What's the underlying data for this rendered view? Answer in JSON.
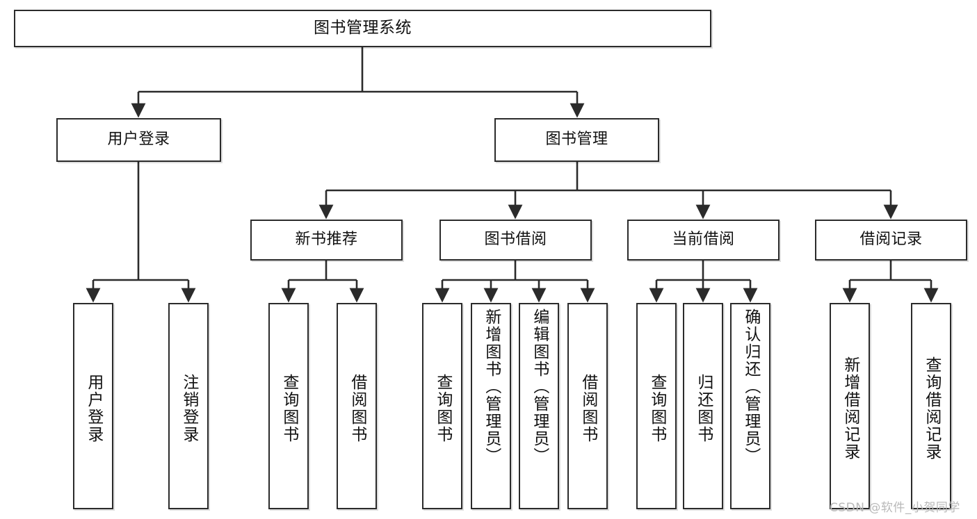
{
  "diagram": {
    "title": "图书管理系统",
    "watermark": "CSDN @软件_小贺同学",
    "nodes": {
      "root": {
        "label": "图书管理系统"
      },
      "level2": [
        {
          "id": "user-login",
          "label": "用户登录"
        },
        {
          "id": "book-manage",
          "label": "图书管理"
        }
      ],
      "level3": [
        {
          "id": "new-book-recommend",
          "label": "新书推荐"
        },
        {
          "id": "book-borrow",
          "label": "图书借阅"
        },
        {
          "id": "current-borrow",
          "label": "当前借阅"
        },
        {
          "id": "borrow-record",
          "label": "借阅记录"
        }
      ],
      "leaves": [
        {
          "id": "leaf-user-login",
          "label": "用户登录",
          "parent": "user-login"
        },
        {
          "id": "leaf-logout-login",
          "label": "注销登录",
          "parent": "user-login"
        },
        {
          "id": "leaf-query-book-1",
          "label": "查询图书",
          "parent": "new-book-recommend"
        },
        {
          "id": "leaf-borrow-book-1",
          "label": "借阅图书",
          "parent": "new-book-recommend"
        },
        {
          "id": "leaf-query-book-2",
          "label": "查询图书",
          "parent": "book-borrow"
        },
        {
          "id": "leaf-add-book",
          "label": "新增图书（管理员）",
          "parent": "book-borrow"
        },
        {
          "id": "leaf-edit-book",
          "label": "编辑图书（管理员）",
          "parent": "book-borrow"
        },
        {
          "id": "leaf-borrow-book-2",
          "label": "借阅图书",
          "parent": "book-borrow"
        },
        {
          "id": "leaf-query-book-3",
          "label": "查询图书",
          "parent": "current-borrow"
        },
        {
          "id": "leaf-return-book",
          "label": "归还图书",
          "parent": "current-borrow"
        },
        {
          "id": "leaf-confirm-return",
          "label": "确认归还（管理员）",
          "parent": "current-borrow"
        },
        {
          "id": "leaf-add-record",
          "label": "新增借阅记录",
          "parent": "borrow-record"
        },
        {
          "id": "leaf-query-record",
          "label": "查询借阅记录",
          "parent": "borrow-record"
        }
      ]
    },
    "colors": {
      "stroke": "#2b2b2b",
      "fill": "#ffffff",
      "text": "#111111",
      "watermark": "#b9b9b9"
    }
  }
}
